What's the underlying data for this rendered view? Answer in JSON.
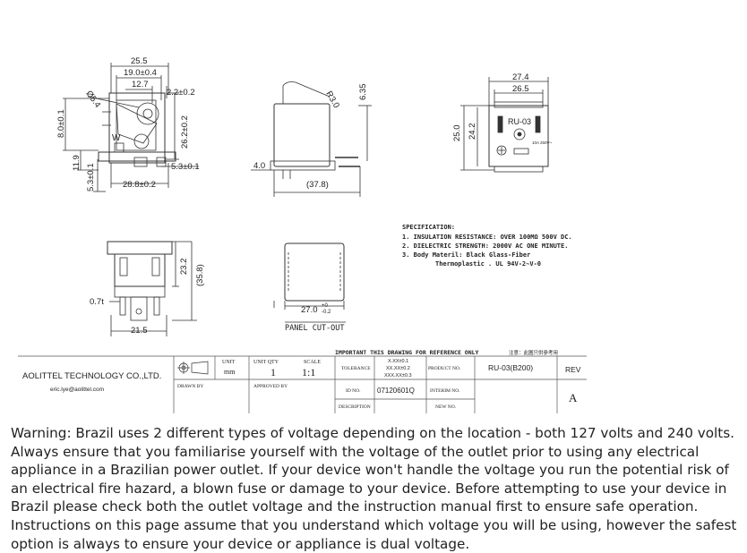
{
  "drawing": {
    "side_view": {
      "dims": {
        "width_25_5": "25.5",
        "width_19_0": "19.0±0.4",
        "width_12_7": "12.7",
        "gap_2_2": "2.2±0.2",
        "dia_5_4": "Ø5.4",
        "h_26_2": "26.2±0.2",
        "h_8_0": "8.0±0.1",
        "h_11_9": "11.9",
        "h_5_3_v": "5.3±0.1",
        "w_5_3_h": "5.3±0.1",
        "w_28_8": "28.8±0.2"
      },
      "mark_letter": "W"
    },
    "front_view": {
      "dims": {
        "radius": "R3.0",
        "height_6_35": "6.35",
        "offset_4_0": "4.0",
        "length_37_8": "(37.8)"
      }
    },
    "end_view": {
      "dims": {
        "w_27_4": "27.4",
        "w_26_5": "26.5",
        "h_25_0": "25.0",
        "h_24_2": "24.2"
      },
      "label": "RU-03",
      "rating": "10A 250V~"
    },
    "bottom_view": {
      "dims": {
        "h_23_2": "23.2",
        "h_35_8": "(35.8)",
        "t_0_7": "0.7t",
        "w_21_5": "21.5"
      }
    },
    "panel_cutout": {
      "dim": "27.0",
      "tol_plus": "+0",
      "tol_minus": "-0.2",
      "label": "PANEL CUT-OUT"
    },
    "specification": {
      "title": "SPECIFICATION:",
      "lines": [
        "1. INSULATION RESISTANCE: OVER 100MΩ 500V DC.",
        "2. DIELECTRIC STRENGTH: 2000V AC ONE MINUTE.",
        "3. Body Materil: Black Glass-Fiber",
        "Thermoplastic . UL 94V-2~V-0"
      ]
    },
    "title_block": {
      "company": "AOLITTEL TECHNOLOGY CO.,LTD.",
      "email": "eric.lye@aolittel.com",
      "unit_label": "UNIT",
      "unit_value": "mm",
      "drawn_by": "DRAWN BY",
      "unit_qty_label": "UNIT QTY",
      "unit_qty_value": "1",
      "scale_label": "SCALE",
      "scale_value": "1:1",
      "approved_by": "APPROVED BY",
      "important": "IMPORTANT THIS DRAWING FOR REFERENCE ONLY",
      "note_cn": "注意：此圖只供參考用",
      "tolerance_label": "TOLERANCE",
      "tol_1": "X.XX±0.1",
      "tol_2": "XX.XX±0.2",
      "tol_3": "XXX.XX±0.3",
      "product_no_label": "PRODUCT NO.",
      "product_no": "RU-03(B200)",
      "rev_label": "REV",
      "rev_value": "A",
      "id_label": "ID NO.",
      "id_value": "07120601Q",
      "interim_label": "INTERIM NO.",
      "description_label": "DESCRIPTION",
      "new_no_label": "NEW NO."
    }
  },
  "warning_text": "Warning: Brazil uses 2 different types of voltage depending on the location - both 127 volts and 240 volts. Always ensure that you familiarise yourself with the voltage of the outlet prior to using any electrical appliance in a Brazilian power outlet. If your device won't handle the voltage you run the potential risk of an electrical fire hazard, a blown fuse or damage to your device. Before attempting to use your device in Brazil please check both the outlet voltage and the instruction manual first to ensure safe operation. Instructions on this page assume that you understand which voltage you will be using, however the safest option is always to ensure your device or appliance is dual voltage."
}
